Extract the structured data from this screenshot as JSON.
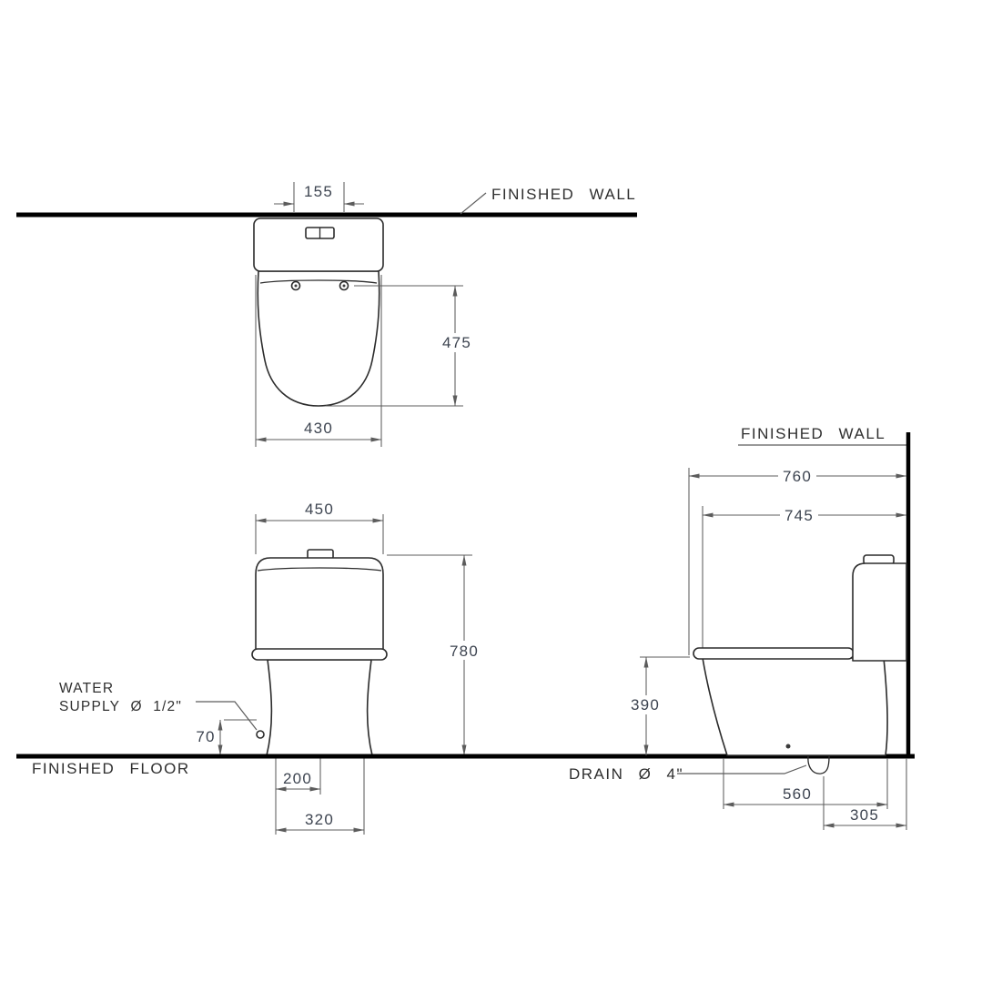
{
  "title": "Toilet installation dimensional drawing",
  "labels": {
    "finished_wall_top": "FINISHED  WALL",
    "finished_wall_side": "FINISHED  WALL",
    "finished_floor": "FINISHED  FLOOR",
    "water_supply_line1": "WATER",
    "water_supply_line2": "SUPPLY Ø 1/2\"",
    "drain": "DRAIN Ø 4\""
  },
  "dimensions": {
    "top_view": {
      "flush_button_spacing": "155",
      "bowl_depth": "475",
      "tank_width": "430"
    },
    "front_view": {
      "width": "450",
      "height": "780",
      "supply_height": "70",
      "base_offset": "200",
      "base_width": "320"
    },
    "side_view": {
      "total_depth": "760",
      "seat_depth": "745",
      "rim_height": "390",
      "base_length": "560",
      "drain_to_wall": "305"
    }
  },
  "units": "mm",
  "colors": {
    "bg": "#ffffff",
    "outline": "#2b2b2b",
    "heavy": "#000000",
    "dim_line": "#5c5c5c",
    "num_text": "#3d4450",
    "label_text": "#2f2f2f"
  }
}
